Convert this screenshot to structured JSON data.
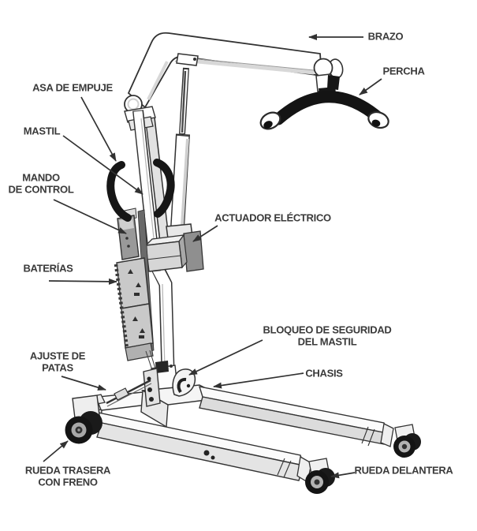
{
  "diagram": {
    "subject": "patient-lift-parts-diagram",
    "labels": {
      "brazo": "BRAZO",
      "percha": "PERCHA",
      "asa_de_empuje": "ASA DE EMPUJE",
      "mastil": "MASTIL",
      "mando_de_control": [
        "MANDO",
        "DE CONTROL"
      ],
      "actuador_electrico": "ACTUADOR ELÉCTRICO",
      "baterias": "BATERÍAS",
      "ajuste_de_patas": [
        "AJUSTE DE",
        "PATAS"
      ],
      "bloqueo_de_seguridad": [
        "BLOQUEO DE SEGURIDAD",
        "DEL MASTIL"
      ],
      "chasis": "CHASIS",
      "rueda_trasera": [
        "RUEDA TRASERA",
        "CON FRENO"
      ],
      "rueda_delantera": "RUEDA DELANTERA"
    },
    "colors": {
      "line": "#323232",
      "text": "#3a3a3a",
      "black": "#161616",
      "bg": "#ffffff"
    }
  }
}
